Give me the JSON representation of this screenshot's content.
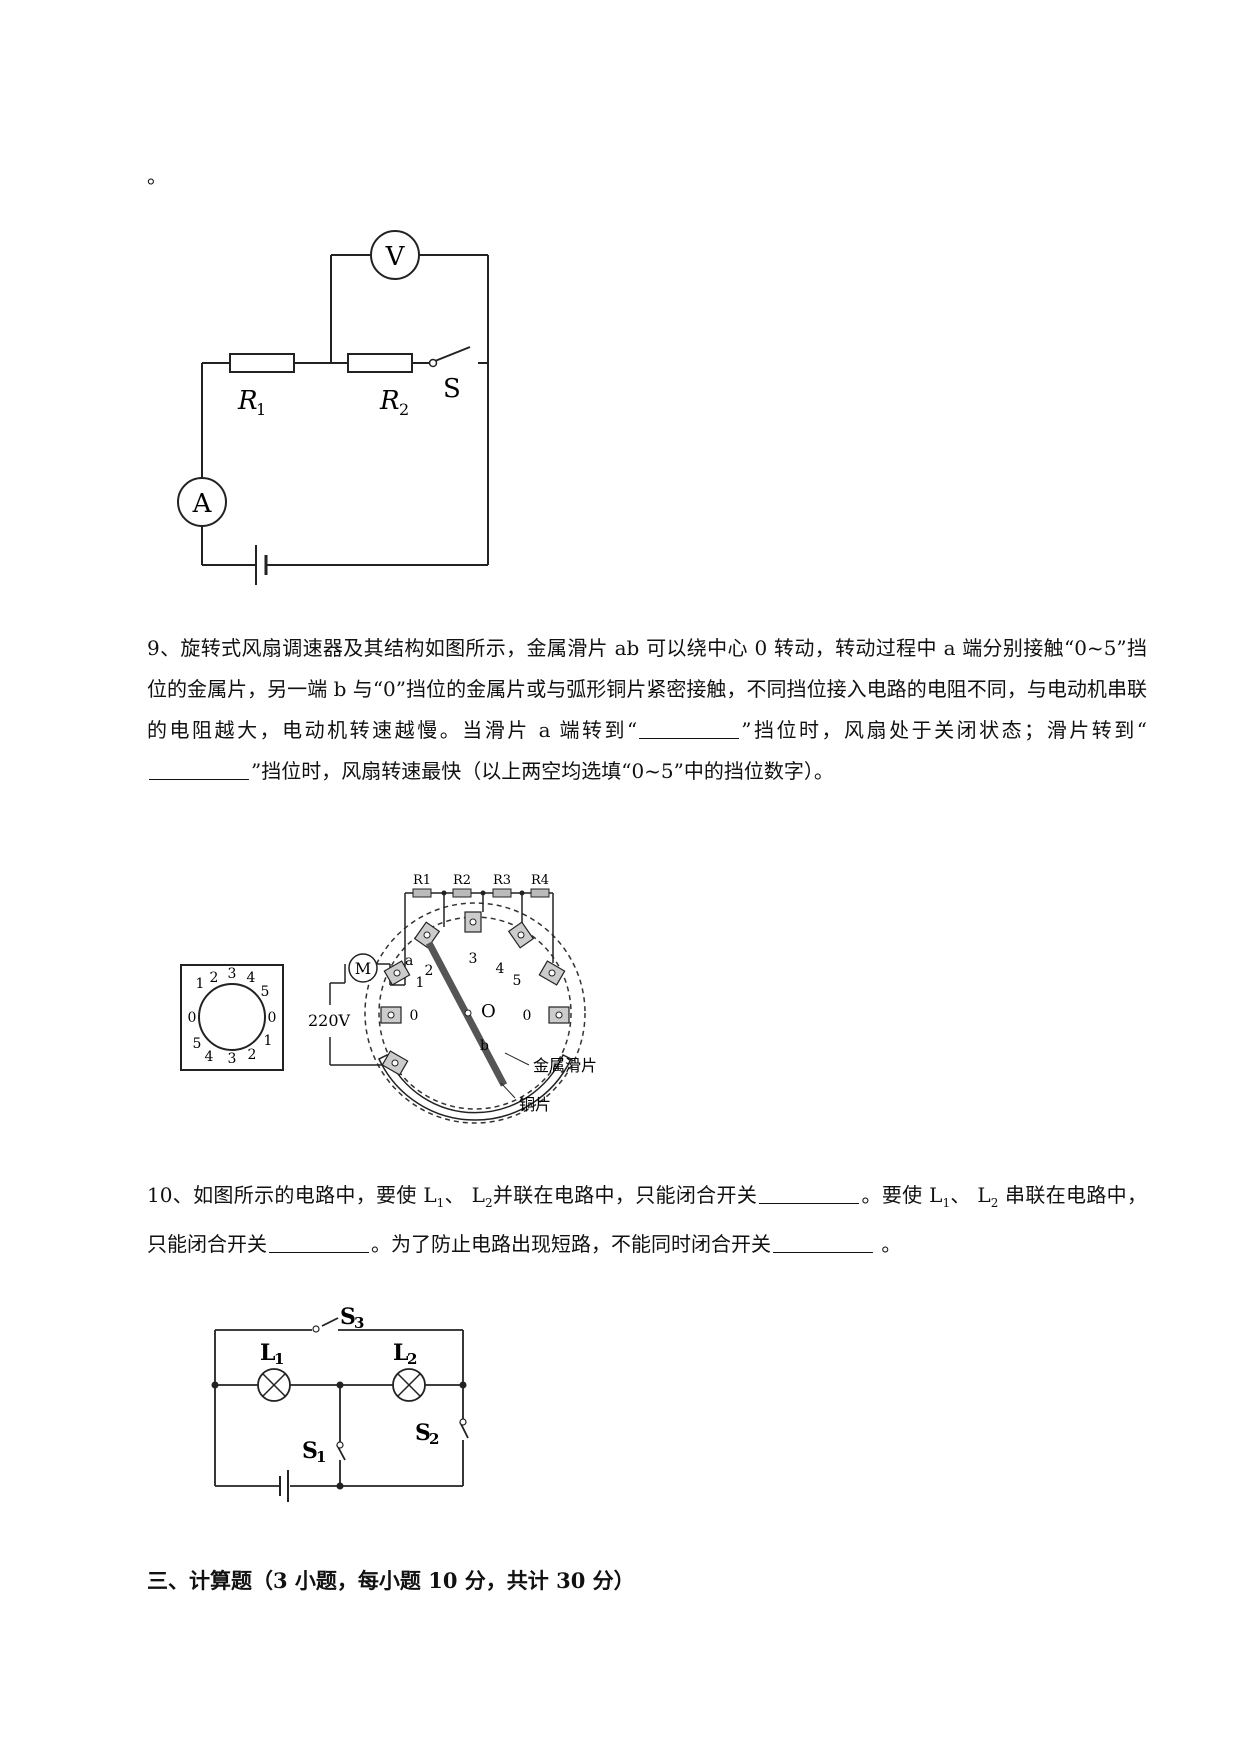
{
  "leading_mark": "。",
  "fig1": {
    "voltmeter": "V",
    "ammeter": "A",
    "r1": "R",
    "r1_sub": "1",
    "r2": "R",
    "r2_sub": "2",
    "switch": "S"
  },
  "q9": {
    "part1": "9、旋转式风扇调速器及其结构如图所示，金属滑片 ab 可以绕中心 0 转动，转动过程中 a 端分别接触“0~5”挡位的金属片，另一端 b 与“0”挡位的金属片或与弧形铜片紧密接触，不同挡位接入电路的电阻不同，与电动机串联的电阻越大，电动机转速越慢。当滑片 a 端转到“",
    "part2": "”挡位时，风扇处于关闭状态；滑片转到“",
    "part3": "”挡位时，风扇转速最快（以上两空均选填“0~5”中的挡位数字）。"
  },
  "fig2": {
    "dial_top": [
      "1",
      "2",
      "3",
      "4",
      "5"
    ],
    "dial_left": "0",
    "dial_right": "0",
    "dial_bottom_left": [
      "5",
      "4",
      "3",
      "2",
      "1"
    ],
    "motor": "M",
    "voltage": "220V",
    "resistors": [
      "R1",
      "R2",
      "R3",
      "R4"
    ],
    "positions": [
      "0",
      "1",
      "2",
      "3",
      "4",
      "5",
      "0"
    ],
    "end_a": "a",
    "end_b": "b",
    "center": "O",
    "slider_label": "金属滑片",
    "copper_label": "铜片"
  },
  "q10": {
    "part1": "10、如图所示的电路中，要使 L",
    "s1": "1",
    "part2": "、 L",
    "s2": "2",
    "part3": "并联在电路中，只能闭合开关",
    "part4": "。要使 L",
    "s3": "1",
    "part5": "、 L",
    "s4": "2",
    "part6": " 串联在电路中，只能闭合开关",
    "part7": "。为了防止电路出现短路，不能同时闭合开关",
    "part8": " 。"
  },
  "fig3": {
    "s3": "S",
    "s3_sub": "3",
    "l1": "L",
    "l1_sub": "1",
    "l2": "L",
    "l2_sub": "2",
    "s1": "S",
    "s1_sub": "1",
    "s2": "S",
    "s2_sub": "2"
  },
  "section3": "三、计算题（3 小题，每小题 10 分，共计 30 分）"
}
